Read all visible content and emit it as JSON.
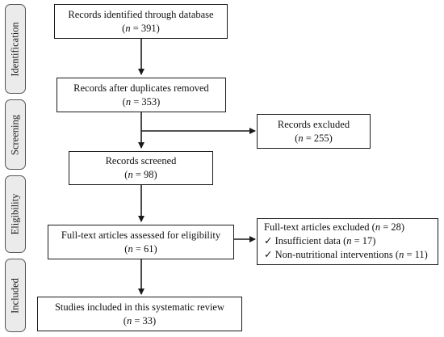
{
  "stages": [
    {
      "label": "Identification"
    },
    {
      "label": "Screening"
    },
    {
      "label": "Eligibility"
    },
    {
      "label": "Included"
    }
  ],
  "boxes": {
    "identified": {
      "title": "Records identified through database",
      "n_prefix": "(",
      "n_var": "n",
      "n_text": " = 391)"
    },
    "deduplicated": {
      "title": "Records after duplicates removed",
      "n_prefix": "(",
      "n_var": "n",
      "n_text": " = 353)"
    },
    "excluded": {
      "title": "Records excluded",
      "n_prefix": "(",
      "n_var": "n",
      "n_text": " = 255)"
    },
    "screened": {
      "title": "Records screened",
      "n_prefix": "(",
      "n_var": "n",
      "n_text": " = 98)"
    },
    "fulltext": {
      "title": "Full-text articles assessed for eligibility",
      "n_prefix": "(",
      "n_var": "n",
      "n_text": " = 61)"
    },
    "fulltext_excluded": {
      "title": "Full-text articles excluded (",
      "title_var": "n",
      "title_end": " = 28)",
      "reasons": [
        {
          "check": "✓",
          "text": "Insufficient data (",
          "var": "n",
          "end": " = 17)"
        },
        {
          "check": "✓",
          "text": "Non-nutritional interventions (",
          "var": "n",
          "end": " = 11)"
        }
      ]
    },
    "included": {
      "title": "Studies included in this systematic review",
      "n_prefix": "(",
      "n_var": "n",
      "n_text": " = 33)"
    }
  }
}
